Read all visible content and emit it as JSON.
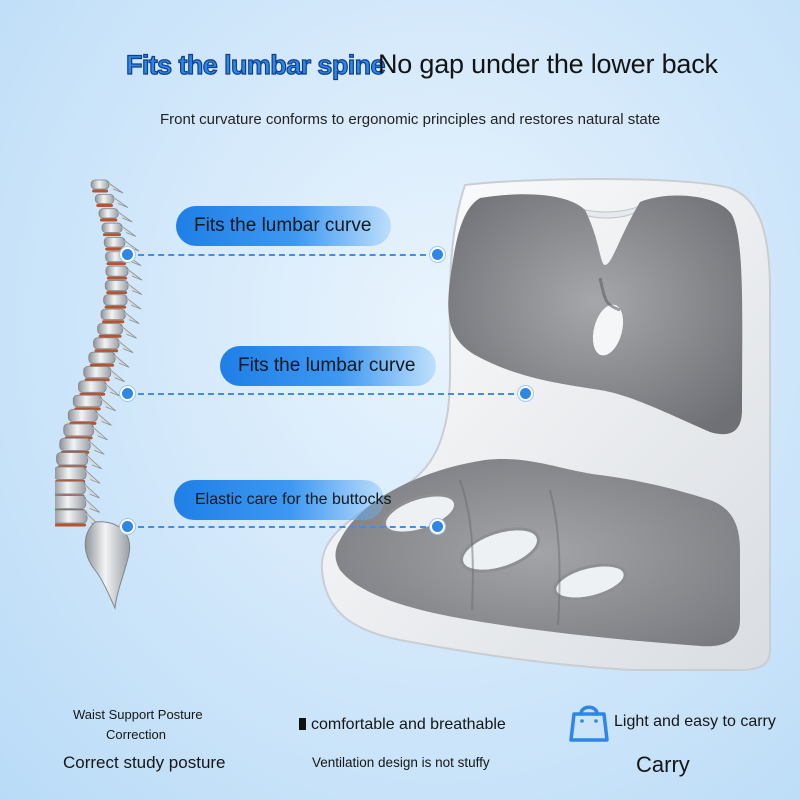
{
  "headline": {
    "highlight": "Fits the lumbar spine",
    "rest": "No gap under the lower back"
  },
  "subtitle": "Front curvature conforms to ergonomic principles and restores natural state",
  "callouts": [
    {
      "label": "Fits the lumbar curve"
    },
    {
      "label": "Fits the lumbar curve"
    },
    {
      "label": "Elastic care for the buttocks"
    }
  ],
  "features": [
    {
      "line1": "Waist Support Posture",
      "line2": "Correction",
      "caption": "Correct study posture"
    },
    {
      "icon": "box-glyph",
      "title": "comfortable and breathable",
      "caption": "Ventilation design is not stuffy"
    },
    {
      "icon": "shopping-bag-icon",
      "title": "Light and easy to carry",
      "caption": "Carry"
    }
  ],
  "colors": {
    "accent": "#2f86e6",
    "headline_outline": "#0d3f8a",
    "seat_gray": "#8e8f93",
    "seat_shell": "#f4f6f8"
  },
  "images": {
    "spine": "spine-illustration",
    "product": "posture-seat-product"
  }
}
